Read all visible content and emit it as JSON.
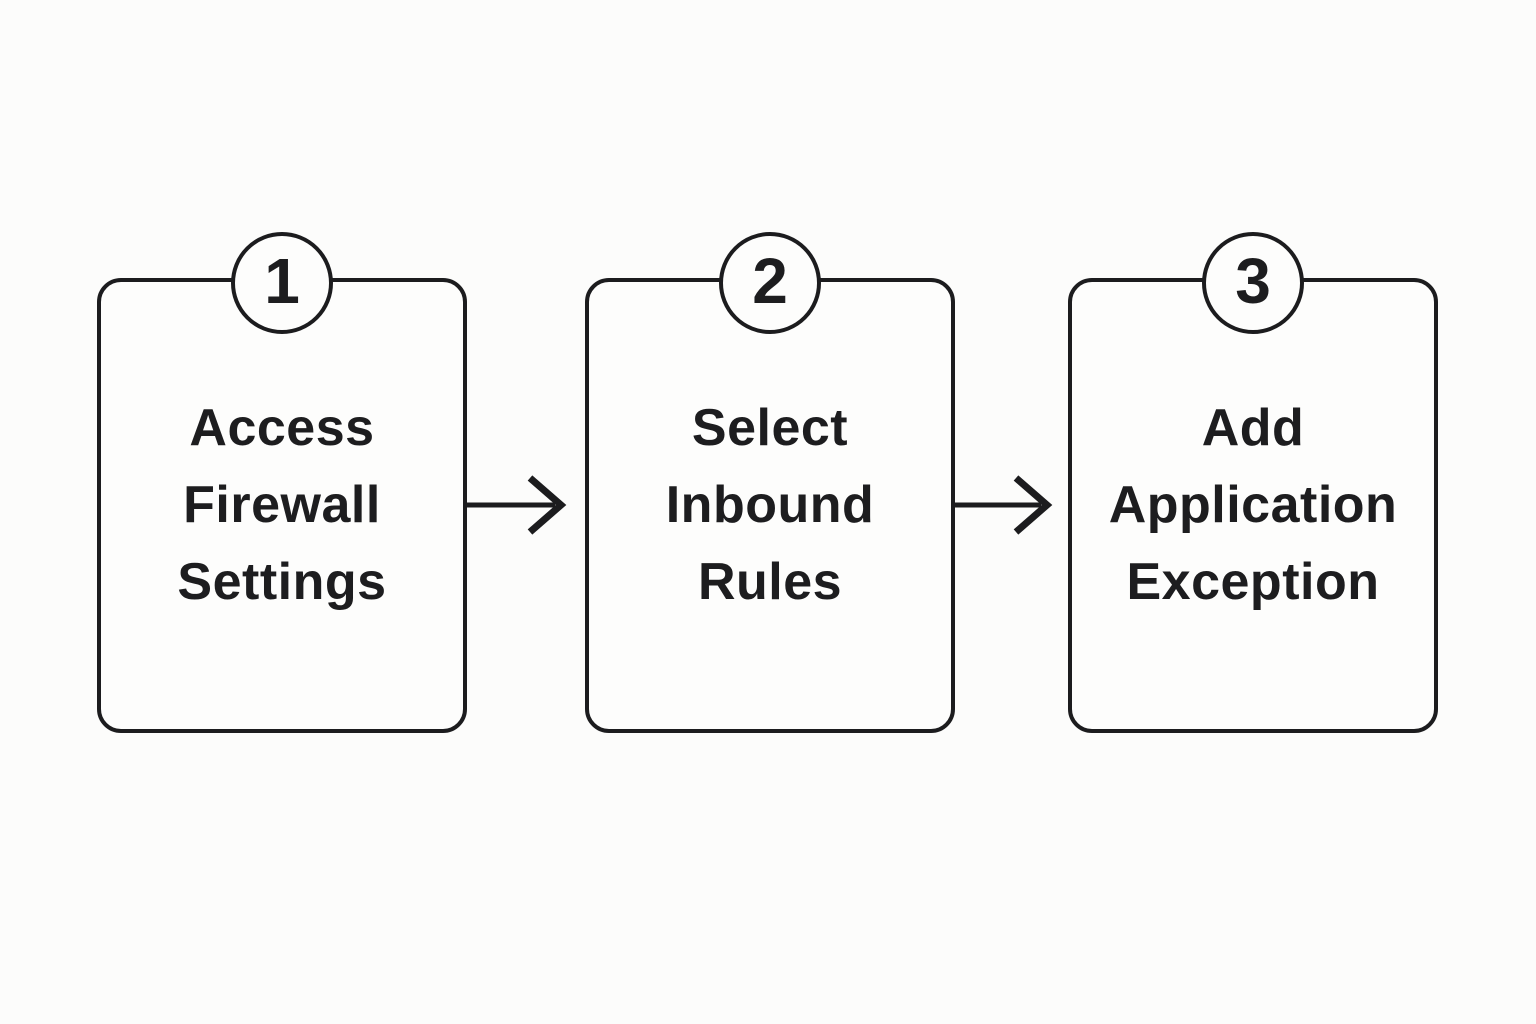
{
  "diagram": {
    "kind": "horizontal-process-flow",
    "background_color": "#fcfcfb",
    "stroke_color": "#1c1c1e",
    "text_color": "#1d1d1f",
    "steps": [
      {
        "number": "1",
        "label": "Access Firewall Settings",
        "lines": [
          "Access",
          "Firewall",
          "Settings"
        ]
      },
      {
        "number": "2",
        "label": "Select Inbound Rules",
        "lines": [
          "Select",
          "Inbound",
          "Rules"
        ]
      },
      {
        "number": "3",
        "label": "Add Application Exception",
        "lines": [
          "Add",
          "Application",
          "Exception"
        ]
      }
    ],
    "connectors": [
      {
        "type": "arrow-right",
        "from": "1",
        "to": "2"
      },
      {
        "type": "arrow-right",
        "from": "2",
        "to": "3"
      }
    ]
  }
}
